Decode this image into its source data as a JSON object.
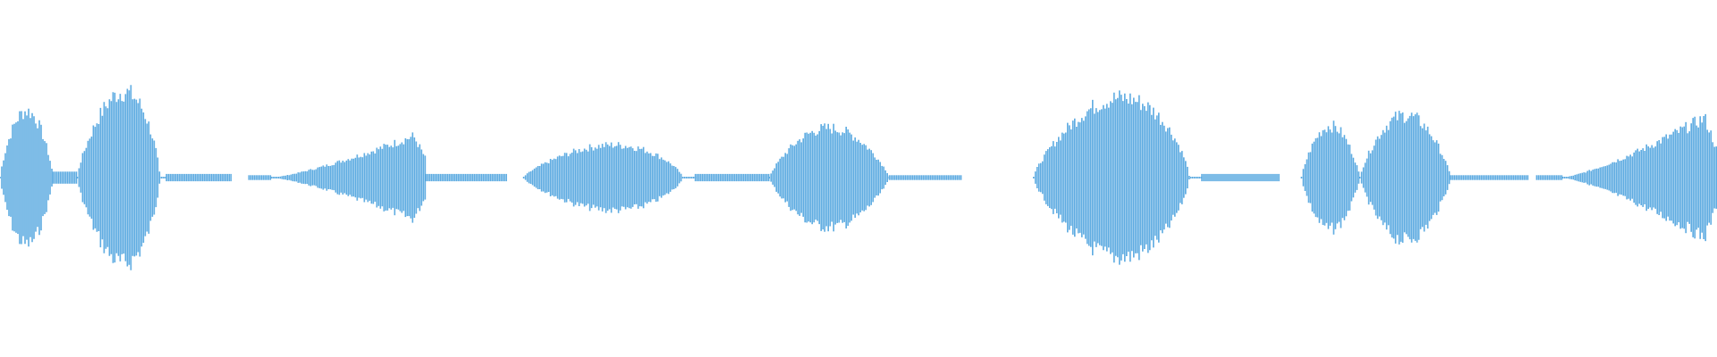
{
  "waveform": {
    "color": "#5dabe1",
    "background": "#ffffff",
    "segments": [
      {
        "start": 0.0,
        "end": 0.031,
        "peak": 0.62,
        "shape": "swell"
      },
      {
        "start": 0.031,
        "end": 0.045,
        "peak": 0.05,
        "shape": "flat"
      },
      {
        "start": 0.045,
        "end": 0.097,
        "peak": 1.0,
        "shape": "rise-fall"
      },
      {
        "start": 0.097,
        "end": 0.135,
        "peak": 0.03,
        "shape": "flat"
      },
      {
        "start": 0.145,
        "end": 0.158,
        "peak": 0.02,
        "shape": "flat"
      },
      {
        "start": 0.158,
        "end": 0.248,
        "peak": 0.43,
        "shape": "ramp-up"
      },
      {
        "start": 0.248,
        "end": 0.295,
        "peak": 0.03,
        "shape": "flat"
      },
      {
        "start": 0.305,
        "end": 0.405,
        "peak": 0.38,
        "shape": "rise-fall"
      },
      {
        "start": 0.405,
        "end": 0.448,
        "peak": 0.03,
        "shape": "flat"
      },
      {
        "start": 0.448,
        "end": 0.518,
        "peak": 0.46,
        "shape": "swell"
      },
      {
        "start": 0.518,
        "end": 0.56,
        "peak": 0.02,
        "shape": "flat"
      },
      {
        "start": 0.602,
        "end": 0.7,
        "peak": 0.93,
        "shape": "rise-fall"
      },
      {
        "start": 0.7,
        "end": 0.745,
        "peak": 0.03,
        "shape": "flat"
      },
      {
        "start": 0.758,
        "end": 0.792,
        "peak": 0.48,
        "shape": "swell"
      },
      {
        "start": 0.792,
        "end": 0.845,
        "peak": 0.58,
        "shape": "swell"
      },
      {
        "start": 0.845,
        "end": 0.89,
        "peak": 0.02,
        "shape": "flat"
      },
      {
        "start": 0.895,
        "end": 0.91,
        "peak": 0.02,
        "shape": "flat"
      },
      {
        "start": 0.91,
        "end": 1.0,
        "peak": 0.62,
        "shape": "ramp-up"
      }
    ]
  }
}
